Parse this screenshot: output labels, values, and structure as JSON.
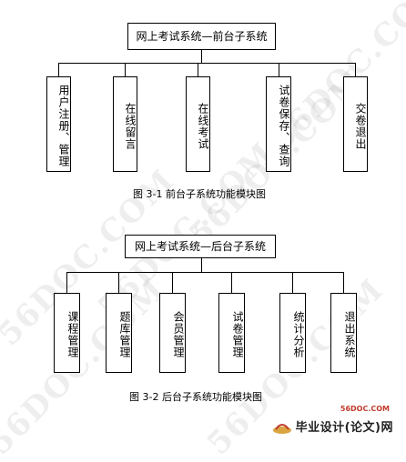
{
  "diagram1": {
    "root": "网上考试系统—前台子系统",
    "children": [
      "用户注册、管理",
      "在线留言",
      "在线考试",
      "试卷保存、查询",
      "交卷退出"
    ],
    "caption": "图 3-1  前台子系统功能模块图"
  },
  "diagram2": {
    "root": "网上考试系统—后台子系统",
    "children": [
      "课程管理",
      "题库管理",
      "会员管理",
      "试卷管理",
      "统计分析",
      "退出系统"
    ],
    "caption": "图 3-2   后台子系统功能模块图"
  },
  "watermark": "56DOC.COM",
  "logo": {
    "small_text": "56DOC.COM",
    "text": "毕业设计(论文)网",
    "accent_color": "#c0392b"
  }
}
